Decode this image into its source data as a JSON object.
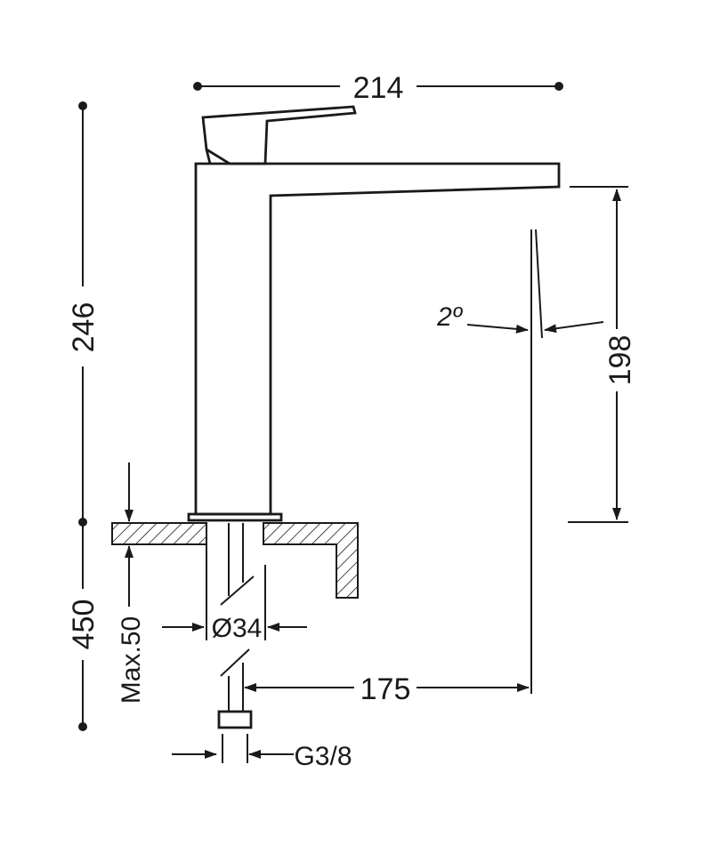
{
  "dimensions": {
    "width_top": "214",
    "height_total": "246",
    "spout_height": "198",
    "angle": "2º",
    "worktop_depth": "450",
    "max_thickness": "Max.50",
    "diameter": "Ø34",
    "reach": "175",
    "connection": "G3/8"
  },
  "colors": {
    "ink": "#1a1a1a",
    "background": "#ffffff"
  }
}
